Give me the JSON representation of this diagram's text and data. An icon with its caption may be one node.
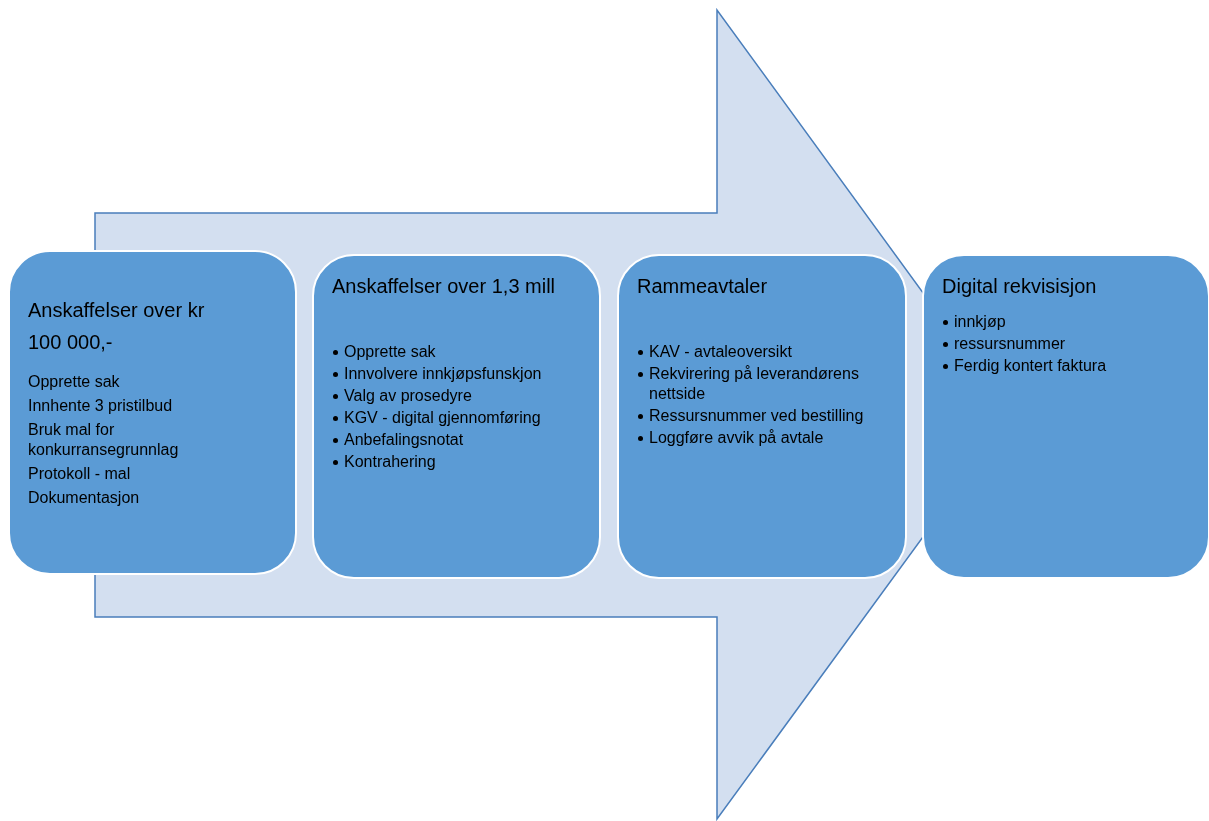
{
  "diagram": {
    "nodes": [
      {
        "text": [
          "Anskaffelser over kr 100 000,-",
          "Opprette sak",
          "Innhente 3 pristilbud",
          "Bruk mal for konkurransegrunnlag",
          "Protokoll - mal",
          "Dokumentasjon"
        ]
      },
      {
        "text": [
          "Anskaffelser over 1,3 mill",
          "Opprette sak",
          "Innvolvere innkjøpsfunskjon",
          "Valg av prosedyre",
          "KGV - digital gjennomføring",
          "Anbefalingsnotat",
          "Kontrahering"
        ]
      },
      {
        "text": [
          "Rammeavtaler",
          "KAV - avtaleoversikt",
          "Rekvirering på leverandørens nettside",
          "Ressursnummer ved bestilling",
          "Loggføre avvik på avtale"
        ]
      },
      {
        "text": [
          "Digital rekvisisjon",
          "innkjøp",
          "ressursnummer",
          "Ferdig kontert faktura"
        ]
      }
    ],
    "edges": [
      {
        "from": 0,
        "to": 3,
        "arrow": "to",
        "style": "thick"
      }
    ]
  }
}
